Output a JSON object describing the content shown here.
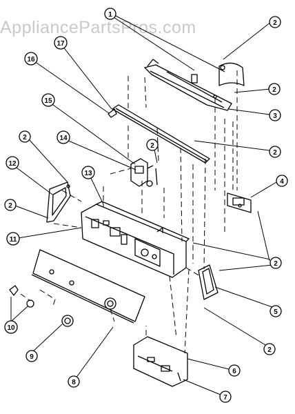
{
  "watermark": "AppliancePartsPros.com",
  "callouts": {
    "c1": "1",
    "c2a": "2",
    "c2b": "2",
    "c2c": "2",
    "c2d": "2",
    "c2e": "2",
    "c2f": "2",
    "c2g": "2",
    "c2h": "2",
    "c2i": "2",
    "c3": "3",
    "c4": "4",
    "c5": "5",
    "c6": "6",
    "c7": "7",
    "c8": "8",
    "c9": "9",
    "c10": "10",
    "c11": "11",
    "c12": "12",
    "c13": "13",
    "c14": "14",
    "c15": "15",
    "c16": "16",
    "c17": "17"
  }
}
